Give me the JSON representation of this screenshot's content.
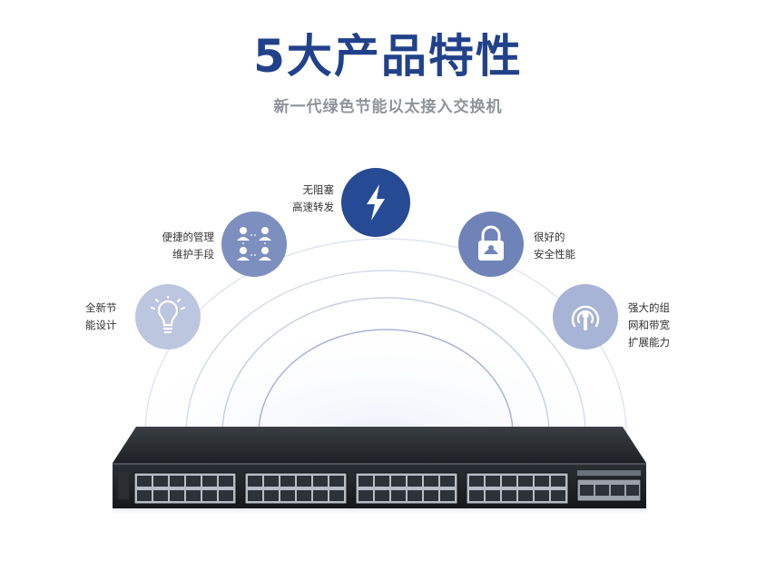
{
  "header": {
    "title": "5大产品特性",
    "subtitle": "新一代绿色节能以太接入交换机"
  },
  "colors": {
    "title": "#21418a",
    "accent_dark": "#264a94",
    "accent_light": "#b4bfdc",
    "subtitle": "#8f9399"
  },
  "features": [
    {
      "icon": "lightbulb-icon",
      "lines": [
        "全新节",
        "能设计"
      ]
    },
    {
      "icon": "people-network-icon",
      "lines": [
        "便捷的管理",
        "维护手段"
      ]
    },
    {
      "icon": "lightning-icon",
      "lines": [
        "无阻塞",
        "高速转发"
      ]
    },
    {
      "icon": "lock-icon",
      "lines": [
        "很好的",
        "安全性能"
      ]
    },
    {
      "icon": "signal-broadcast-icon",
      "lines": [
        "强大的组",
        "网和带宽",
        "扩展能力"
      ]
    }
  ]
}
